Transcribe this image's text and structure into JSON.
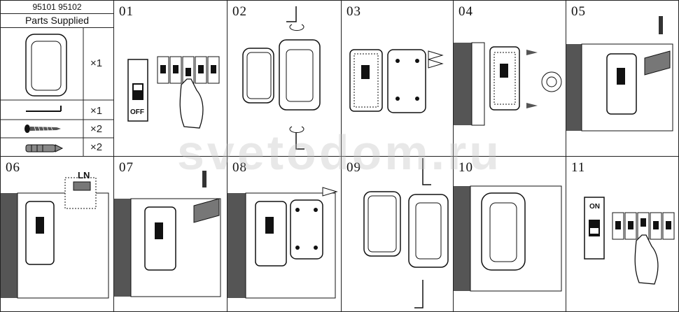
{
  "parts": {
    "models": "95101 95102",
    "title": "Parts Supplied",
    "quantities": [
      "×1",
      "×1",
      "×2",
      "×2"
    ]
  },
  "steps": [
    "01",
    "02",
    "03",
    "04",
    "05",
    "06",
    "07",
    "08",
    "09",
    "10",
    "11"
  ],
  "labels": {
    "off": "OFF",
    "on": "ON",
    "ln": "LN"
  },
  "watermark": "svetodom.ru"
}
